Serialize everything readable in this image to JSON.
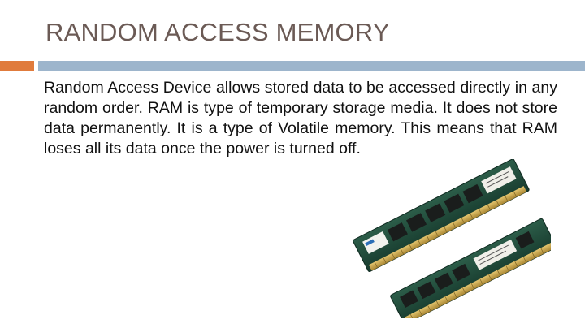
{
  "slide": {
    "title": "RANDOM ACCESS MEMORY",
    "body": "Random Access Device allows stored data to be accessed directly in any random order. RAM is type of temporary storage media. It does not store data permanently. It is a type of Volatile memory. This means that RAM loses all its data once the power is turned off."
  },
  "colors": {
    "title_text": "#6b5a55",
    "accent_bar": "#e07b3c",
    "rule_bar": "#9db5cc",
    "module_pcb": "#1f4a3a",
    "chip": "#1a1d1c",
    "contacts": "#c9a449"
  },
  "image": {
    "subject": "two RAM memory modules"
  }
}
